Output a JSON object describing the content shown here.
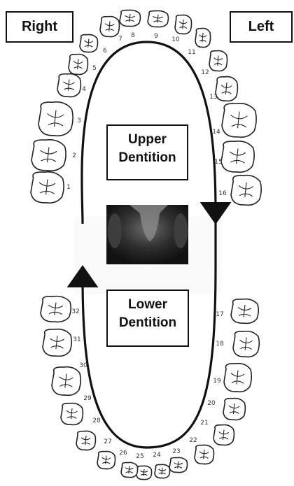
{
  "sides": {
    "right": "Right",
    "left": "Left"
  },
  "arches": {
    "upper": {
      "line1": "Upper",
      "line2": "Dentition"
    },
    "lower": {
      "line1": "Lower",
      "line2": "Dentition"
    }
  },
  "upper_teeth": [
    "1",
    "2",
    "3",
    "4",
    "5",
    "6",
    "7",
    "8",
    "9",
    "10",
    "11",
    "12",
    "13",
    "14",
    "15",
    "16"
  ],
  "lower_teeth": [
    "17",
    "18",
    "19",
    "20",
    "21",
    "22",
    "23",
    "24",
    "25",
    "26",
    "27",
    "28",
    "29",
    "30",
    "31",
    "32"
  ],
  "icons": {
    "throat_image": "oral-cavity-throat-photo",
    "arrows": "direction-arrow-icon"
  },
  "colors": {
    "outline": "#111111",
    "background": "#ffffff",
    "photo_dark": "#2a2a2a"
  }
}
